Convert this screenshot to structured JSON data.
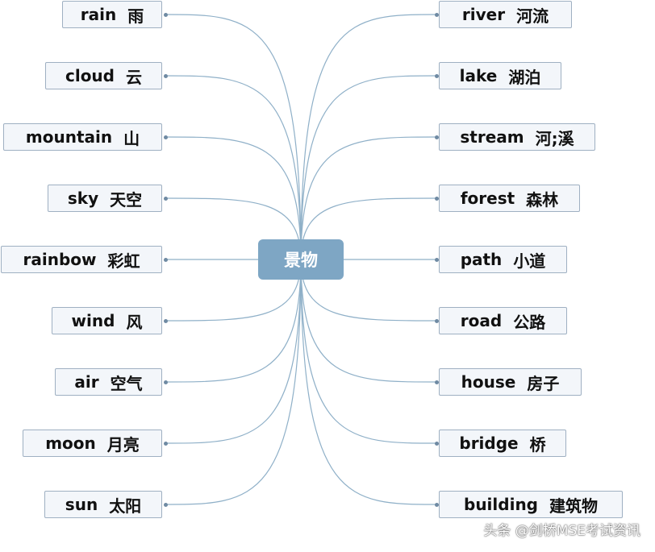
{
  "center": "景物",
  "left": [
    {
      "en": "rain",
      "zh": "雨"
    },
    {
      "en": "cloud",
      "zh": "云"
    },
    {
      "en": "mountain",
      "zh": "山"
    },
    {
      "en": "sky",
      "zh": "天空"
    },
    {
      "en": "rainbow",
      "zh": "彩虹"
    },
    {
      "en": "wind",
      "zh": "风"
    },
    {
      "en": "air",
      "zh": "空气"
    },
    {
      "en": "moon",
      "zh": "月亮"
    },
    {
      "en": "sun",
      "zh": "太阳"
    }
  ],
  "right": [
    {
      "en": "river",
      "zh": "河流"
    },
    {
      "en": "lake",
      "zh": "湖泊"
    },
    {
      "en": "stream",
      "zh": "河;溪"
    },
    {
      "en": "forest",
      "zh": "森林"
    },
    {
      "en": "path",
      "zh": "小道"
    },
    {
      "en": "road",
      "zh": "公路"
    },
    {
      "en": "house",
      "zh": "房子"
    },
    {
      "en": "bridge",
      "zh": "桥"
    },
    {
      "en": "building",
      "zh": "建筑物"
    }
  ],
  "watermark": "头条 @剑桥MSE考试资讯",
  "colors": {
    "line": "#8fb0c8",
    "center": "#7ea6c4",
    "node_fill": "#f3f6fa",
    "node_border": "#9fb0c2"
  }
}
